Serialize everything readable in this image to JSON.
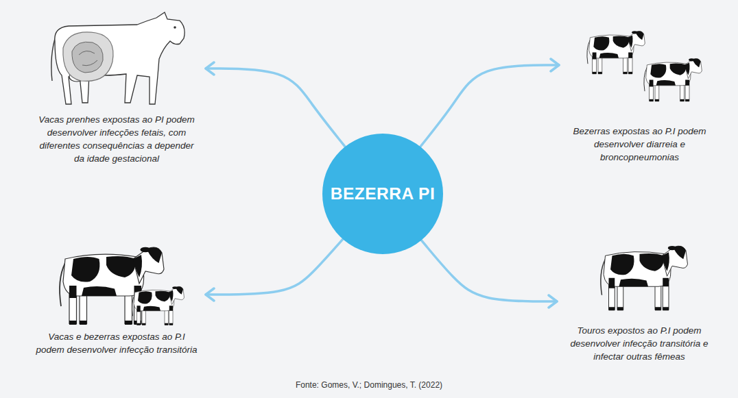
{
  "diagram": {
    "nodes": [
      {
        "text": [
          "BEZERRA PI"
        ]
      },
      {
        "text": [
          "Vacas prenhes expostas ao PI podem desenvolver infecções fetais, com diferentes consequências a depender da idade gestacional"
        ]
      },
      {
        "text": [
          "Bezerras expostas ao P.I podem desenvolver diarreia e broncopneumonias"
        ]
      },
      {
        "text": [
          "Vacas e bezerras expostas ao P.I podem desenvolver infecção transitória"
        ]
      },
      {
        "text": [
          "Touros expostos ao P.I podem desenvolver infecção transitória e infectar outras fêmeas"
        ]
      }
    ],
    "edges": [
      {
        "from": 0,
        "to": 1,
        "arrow": "to"
      },
      {
        "from": 0,
        "to": 2,
        "arrow": "to"
      },
      {
        "from": 0,
        "to": 3,
        "arrow": "to"
      },
      {
        "from": 0,
        "to": 4,
        "arrow": "to"
      }
    ],
    "labels": [
      "Fonte: Gomes, V.; Domingues, T. (2022)"
    ]
  }
}
